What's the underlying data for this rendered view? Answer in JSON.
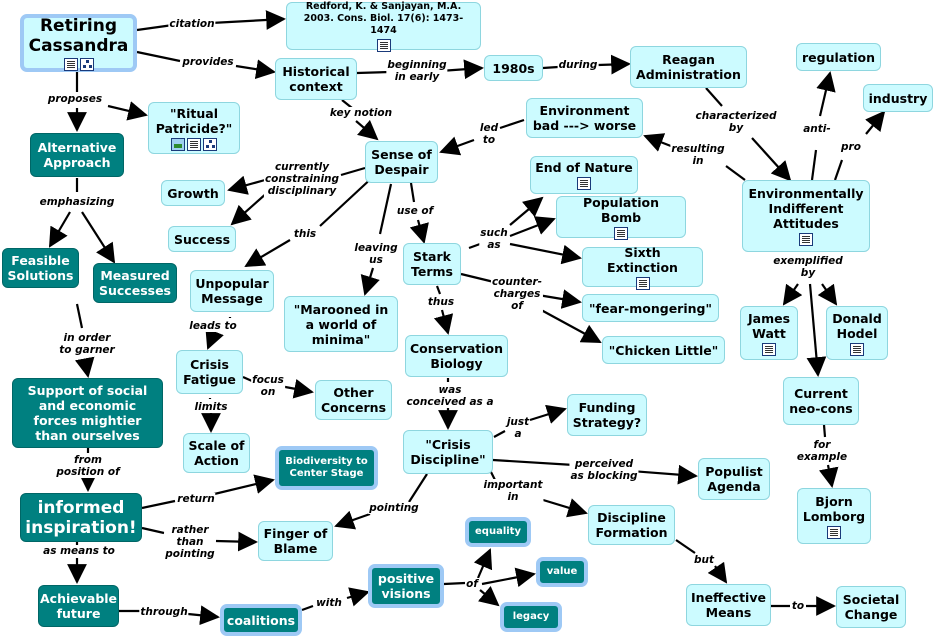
{
  "nodes": [
    {
      "id": "retiring",
      "text": "Retiring Cassandra",
      "icons": [
        "doc",
        "map"
      ]
    },
    {
      "id": "ref",
      "text": "Redford, K. & Sanjayan, M.A. 2003. Cons. Biol. 17(6): 1473-1474",
      "icons": [
        "doc"
      ]
    },
    {
      "id": "ritual",
      "text": "\"Ritual Patricide?\"",
      "icons": [
        "pic",
        "doc",
        "map"
      ]
    },
    {
      "id": "histctx",
      "text": "Historical context",
      "icons": []
    },
    {
      "id": "y1980s",
      "text": "1980s",
      "icons": []
    },
    {
      "id": "reagan",
      "text": "Reagan Administration",
      "icons": []
    },
    {
      "id": "regulation",
      "text": "regulation",
      "icons": []
    },
    {
      "id": "industry",
      "text": "industry",
      "icons": []
    },
    {
      "id": "envbad",
      "text": "Environment bad ---> worse",
      "icons": []
    },
    {
      "id": "altappr",
      "text": "Alternative Approach",
      "icons": []
    },
    {
      "id": "despair",
      "text": "Sense of Despair",
      "icons": []
    },
    {
      "id": "endnature",
      "text": "End of Nature",
      "icons": [
        "doc"
      ]
    },
    {
      "id": "popbomb",
      "text": "Population Bomb",
      "icons": [
        "doc"
      ]
    },
    {
      "id": "sixext",
      "text": "Sixth Extinction",
      "icons": [
        "doc"
      ]
    },
    {
      "id": "envindiff",
      "text": "Environmentally Indifferent Attitudes",
      "icons": [
        "doc"
      ]
    },
    {
      "id": "growth",
      "text": "Growth",
      "icons": []
    },
    {
      "id": "success",
      "text": "Success",
      "icons": []
    },
    {
      "id": "feasible",
      "text": "Feasible Solutions",
      "icons": []
    },
    {
      "id": "measured",
      "text": "Measured Successes",
      "icons": []
    },
    {
      "id": "unpopular",
      "text": "Unpopular Message",
      "icons": []
    },
    {
      "id": "marooned",
      "text": "\"Marooned in a world of minima\"",
      "icons": []
    },
    {
      "id": "stark",
      "text": "Stark Terms",
      "icons": []
    },
    {
      "id": "fearmong",
      "text": "\"fear-mongering\"",
      "icons": []
    },
    {
      "id": "chicken",
      "text": "\"Chicken Little\"",
      "icons": []
    },
    {
      "id": "jameswatt",
      "text": "James Watt",
      "icons": [
        "doc"
      ]
    },
    {
      "id": "donaldhodel",
      "text": "Donald Hodel",
      "icons": [
        "doc"
      ]
    },
    {
      "id": "crisisfat",
      "text": "Crisis Fatigue",
      "icons": []
    },
    {
      "id": "consbio",
      "text": "Conservation Biology",
      "icons": []
    },
    {
      "id": "neocons",
      "text": "Current neo-cons",
      "icons": []
    },
    {
      "id": "support",
      "text": "Support of social and economic forces mightier than ourselves",
      "icons": []
    },
    {
      "id": "otherconc",
      "text": "Other Concerns",
      "icons": []
    },
    {
      "id": "funding",
      "text": "Funding Strategy?",
      "icons": []
    },
    {
      "id": "scale",
      "text": "Scale of Action",
      "icons": []
    },
    {
      "id": "crisisdisc",
      "text": "\"Crisis Discipline\"",
      "icons": []
    },
    {
      "id": "populist",
      "text": "Populist Agenda",
      "icons": []
    },
    {
      "id": "biodiv",
      "text": "Biodiversity to Center Stage",
      "icons": []
    },
    {
      "id": "bjorn",
      "text": "Bjorn Lomborg",
      "icons": [
        "doc"
      ]
    },
    {
      "id": "informed",
      "text": "informed inspiration!",
      "icons": []
    },
    {
      "id": "finger",
      "text": "Finger of Blame",
      "icons": []
    },
    {
      "id": "discform",
      "text": "Discipline Formation",
      "icons": []
    },
    {
      "id": "equality",
      "text": "equality",
      "icons": []
    },
    {
      "id": "value",
      "text": "value",
      "icons": []
    },
    {
      "id": "posvis",
      "text": "positive visions",
      "icons": []
    },
    {
      "id": "legacy",
      "text": "legacy",
      "icons": []
    },
    {
      "id": "achievable",
      "text": "Achievable future",
      "icons": []
    },
    {
      "id": "coalitions",
      "text": "coalitions",
      "icons": []
    },
    {
      "id": "ineffective",
      "text": "Ineffective Means",
      "icons": []
    },
    {
      "id": "societal",
      "text": "Societal Change",
      "icons": []
    }
  ],
  "labels": [
    {
      "id": "citation",
      "text": "citation"
    },
    {
      "id": "provides",
      "text": "provides"
    },
    {
      "id": "proposes",
      "text": "proposes"
    },
    {
      "id": "beginning",
      "text": "beginning\nin early"
    },
    {
      "id": "during",
      "text": "during"
    },
    {
      "id": "keynotion",
      "text": "key notion"
    },
    {
      "id": "ledto",
      "text": "led\nto"
    },
    {
      "id": "characterized",
      "text": "characterized\nby"
    },
    {
      "id": "resulting",
      "text": "resulting\nin"
    },
    {
      "id": "anti",
      "text": "anti-"
    },
    {
      "id": "pro",
      "text": "pro"
    },
    {
      "id": "emphasizing",
      "text": "emphasizing"
    },
    {
      "id": "currently",
      "text": "currently\nconstraining\ndisciplinary"
    },
    {
      "id": "suchas",
      "text": "such\nas"
    },
    {
      "id": "useof",
      "text": "use of"
    },
    {
      "id": "this",
      "text": "this"
    },
    {
      "id": "leavingus",
      "text": "leaving\nus"
    },
    {
      "id": "counter",
      "text": "counter-\ncharges\nof"
    },
    {
      "id": "exemplified",
      "text": "exemplified\nby"
    },
    {
      "id": "inorder",
      "text": "in order\nto garner"
    },
    {
      "id": "leadsto",
      "text": "leads to"
    },
    {
      "id": "thus",
      "text": "thus"
    },
    {
      "id": "focuson",
      "text": "focus\non"
    },
    {
      "id": "limits",
      "text": "limits"
    },
    {
      "id": "wasconc",
      "text": "was\nconceived as a"
    },
    {
      "id": "forexample",
      "text": "for\nexample"
    },
    {
      "id": "justa",
      "text": "just\na"
    },
    {
      "id": "perceived",
      "text": "perceived\nas blocking"
    },
    {
      "id": "frompos",
      "text": "from\nposition of"
    },
    {
      "id": "important",
      "text": "important\nin"
    },
    {
      "id": "return",
      "text": "return"
    },
    {
      "id": "pointing",
      "text": "pointing"
    },
    {
      "id": "rather",
      "text": "rather\nthan\npointing"
    },
    {
      "id": "asmeans",
      "text": "as means to"
    },
    {
      "id": "of",
      "text": "of"
    },
    {
      "id": "but",
      "text": "but"
    },
    {
      "id": "with",
      "text": "with"
    },
    {
      "id": "through",
      "text": "through"
    },
    {
      "id": "to",
      "text": "to"
    }
  ]
}
